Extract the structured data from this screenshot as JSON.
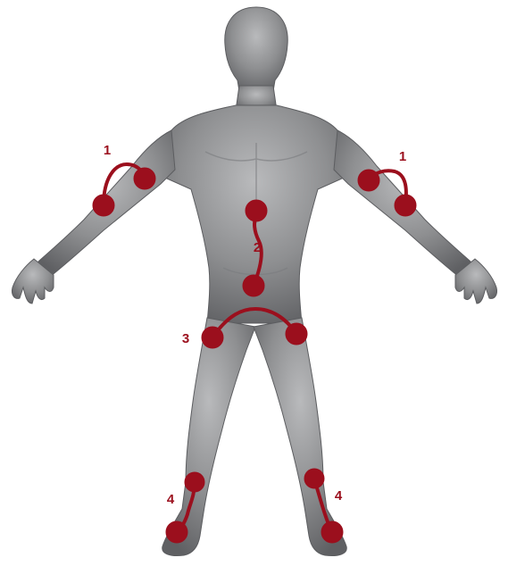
{
  "colors": {
    "background": "#ffffff",
    "body": "#8e8f91",
    "body_dark": "#5f6063",
    "body_light": "#b9babc",
    "marker": "#9b0f1d"
  },
  "markers": [
    {
      "id": "left-elbow",
      "label": "1"
    },
    {
      "id": "right-elbow",
      "label": "1"
    },
    {
      "id": "torso",
      "label": "2"
    },
    {
      "id": "hips",
      "label": "3"
    },
    {
      "id": "left-ankle",
      "label": "4"
    },
    {
      "id": "right-ankle",
      "label": "4"
    }
  ]
}
